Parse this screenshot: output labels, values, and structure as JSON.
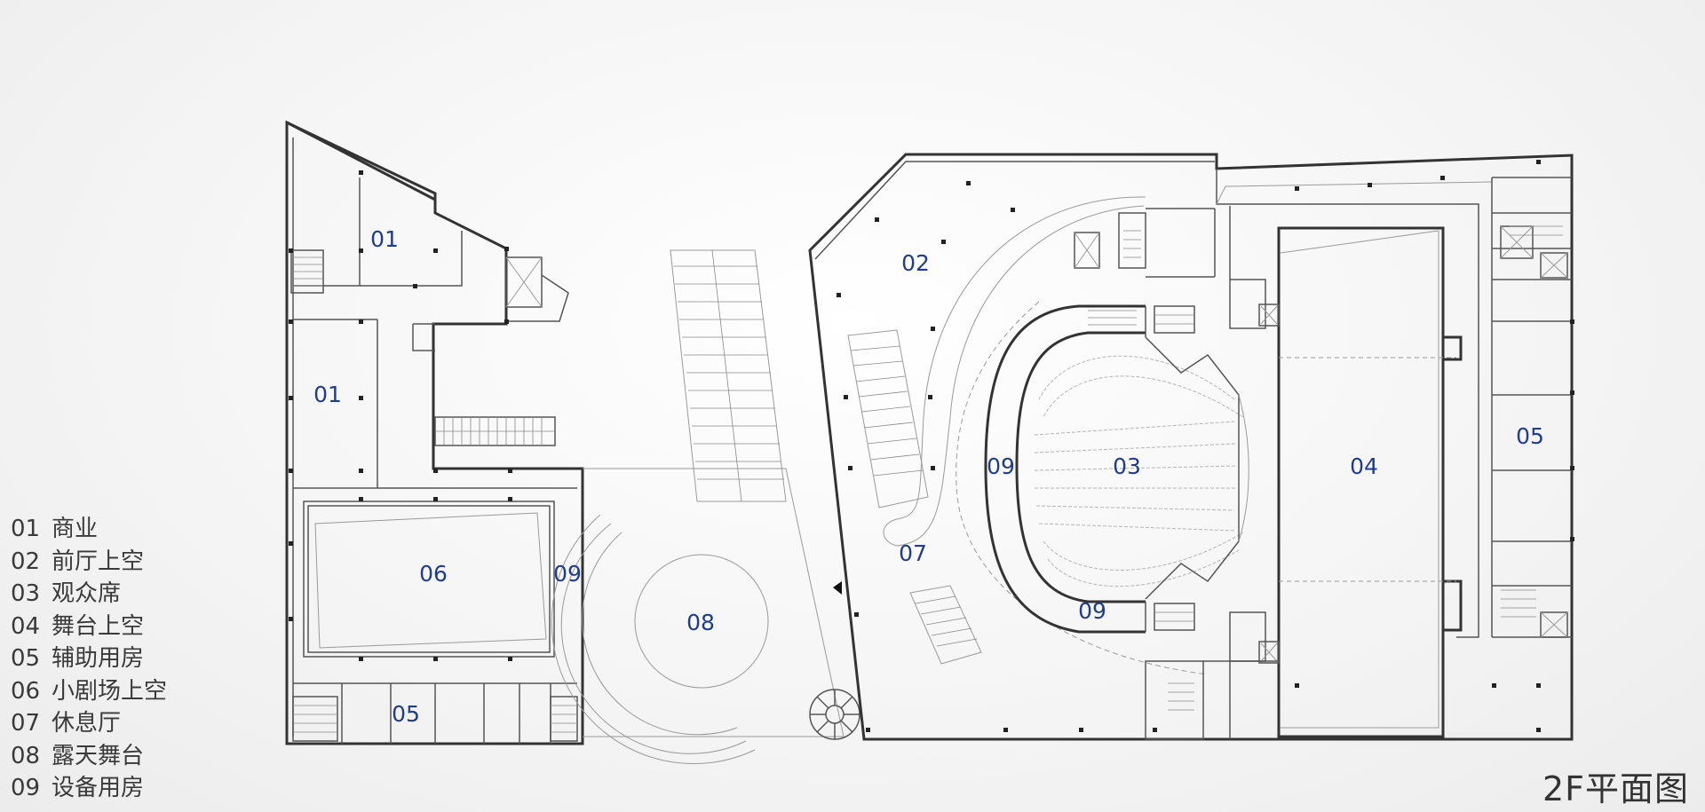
{
  "title": "2F平面图",
  "rooms": [
    {
      "id": "r01a",
      "label": "01"
    },
    {
      "id": "r01b",
      "label": "01"
    },
    {
      "id": "r02",
      "label": "02"
    },
    {
      "id": "r03",
      "label": "03"
    },
    {
      "id": "r04",
      "label": "04"
    },
    {
      "id": "r05a",
      "label": "05"
    },
    {
      "id": "r05b",
      "label": "05"
    },
    {
      "id": "r06",
      "label": "06"
    },
    {
      "id": "r07",
      "label": "07"
    },
    {
      "id": "r08",
      "label": "08"
    },
    {
      "id": "r09a",
      "label": "09"
    },
    {
      "id": "r09b",
      "label": "09"
    },
    {
      "id": "r09c",
      "label": "09"
    }
  ],
  "legend": [
    {
      "num": "01",
      "name": "商业"
    },
    {
      "num": "02",
      "name": "前厅上空"
    },
    {
      "num": "03",
      "name": "观众席"
    },
    {
      "num": "04",
      "name": "舞台上空"
    },
    {
      "num": "05",
      "name": "辅助用房"
    },
    {
      "num": "06",
      "name": "小剧场上空"
    },
    {
      "num": "07",
      "name": "休息厅"
    },
    {
      "num": "08",
      "name": "露天舞台"
    },
    {
      "num": "09",
      "name": "设备用房"
    }
  ]
}
